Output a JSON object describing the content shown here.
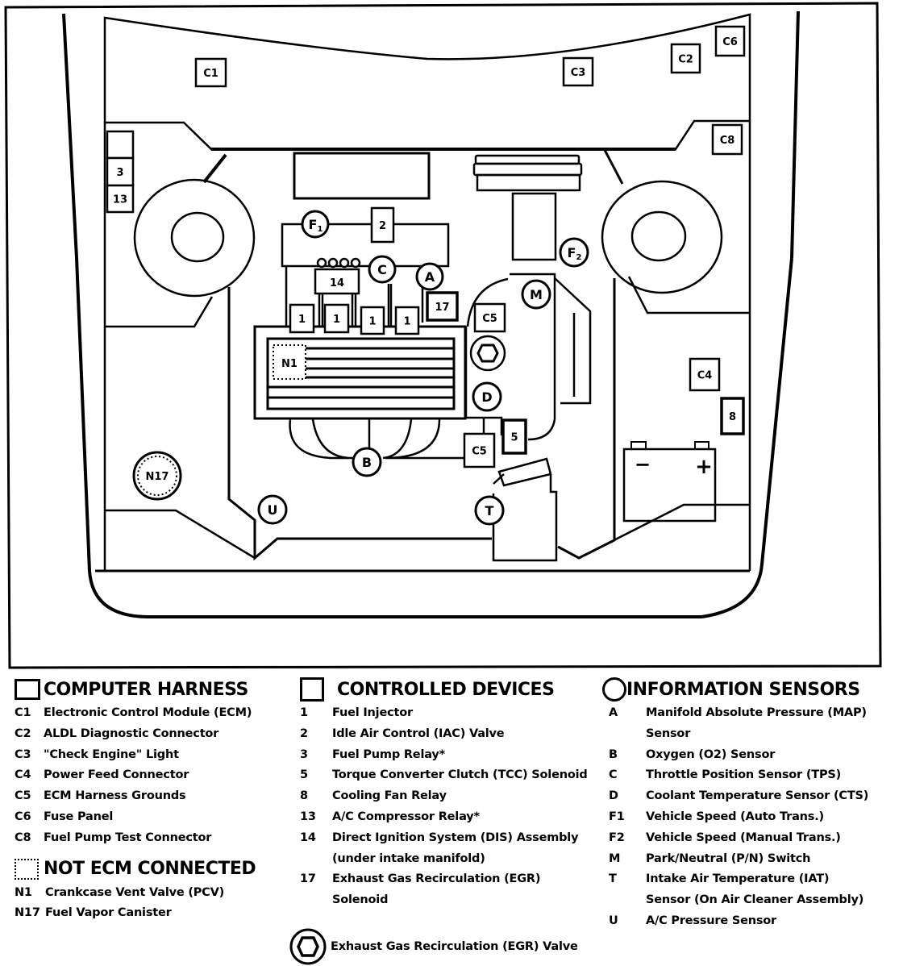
{
  "diagram": {
    "title": "ECM Component Locator (engine compartment top view)",
    "labels": {
      "C1": "C1",
      "C2": "C2",
      "C3": "C3",
      "C4": "C4",
      "C5a": "C5",
      "C5b": "C5",
      "C6": "C6",
      "C8": "C8",
      "d1": "1",
      "d2": "2",
      "d3": "3",
      "d5": "5",
      "d8": "8",
      "d13": "13",
      "d14": "14",
      "d17": "17",
      "A": "A",
      "B": "B",
      "C": "C",
      "D": "D",
      "F1": "F",
      "F1sub": "1",
      "F2": "F",
      "F2sub": "2",
      "M": "M",
      "T": "T",
      "U": "U",
      "N1": "N1",
      "N17": "N17",
      "battery_neg": "−",
      "battery_pos": "+"
    }
  },
  "legend": {
    "computer_harness": {
      "title": "COMPUTER HARNESS",
      "items": [
        {
          "code": "C1",
          "label": "Electronic Control Module (ECM)"
        },
        {
          "code": "C2",
          "label": "ALDL Diagnostic  Connector"
        },
        {
          "code": "C3",
          "label": " \"Check Engine\" Light"
        },
        {
          "code": "C4",
          "label": "Power Feed Connector"
        },
        {
          "code": "C5",
          "label": "ECM Harness Grounds"
        },
        {
          "code": "C6",
          "label": "Fuse Panel"
        },
        {
          "code": "C8",
          "label": "Fuel Pump Test Connector"
        }
      ]
    },
    "not_ecm_connected": {
      "title": "NOT ECM CONNECTED",
      "items": [
        {
          "code": "N1",
          "label": "Crankcase Vent Valve (PCV)"
        },
        {
          "code": "N17",
          "label": "Fuel Vapor Canister"
        }
      ]
    },
    "controlled_devices": {
      "title": "CONTROLLED DEVICES",
      "items": [
        {
          "code": "1",
          "label": "Fuel Injector"
        },
        {
          "code": "2",
          "label": "Idle Air Control (IAC) Valve"
        },
        {
          "code": "3",
          "label": "Fuel Pump Relay*"
        },
        {
          "code": "5",
          "label": "Torque Converter Clutch (TCC) Solenoid"
        },
        {
          "code": "8",
          "label": "Cooling Fan Relay"
        },
        {
          "code": "13",
          "label": "A/C Compressor Relay*"
        },
        {
          "code": "14",
          "label": "Direct Ignition System (DIS) Assembly"
        },
        {
          "code": "",
          "label": "(under intake manifold)"
        },
        {
          "code": "17",
          "label": "Exhaust Gas Recirculation (EGR)"
        },
        {
          "code": "",
          "label": "Solenoid"
        }
      ]
    },
    "information_sensors": {
      "title": "INFORMATION SENSORS",
      "items": [
        {
          "code": "A",
          "label": "Manifold  Absolute Pressure  (MAP)"
        },
        {
          "code": "",
          "label": "Sensor"
        },
        {
          "code": "B",
          "label": "Oxygen (O2) Sensor"
        },
        {
          "code": "C",
          "label": "Throttle Position Sensor (TPS)"
        },
        {
          "code": "D",
          "label": "Coolant Temperature Sensor (CTS)"
        },
        {
          "code": "F1",
          "label": "Vehicle Speed (Auto Trans.)"
        },
        {
          "code": "F2",
          "label": "Vehicle Speed (Manual Trans.)"
        },
        {
          "code": "M",
          "label": "Park/Neutral (P/N) Switch"
        },
        {
          "code": "T",
          "label": "Intake  Air Temperature (IAT)"
        },
        {
          "code": "",
          "label": "Sensor (On Air Cleaner Assembly)"
        },
        {
          "code": "U",
          "label": "A/C Pressure Sensor"
        }
      ]
    },
    "egr_valve": {
      "label": "Exhaust Gas Recirculation (EGR) Valve"
    }
  }
}
